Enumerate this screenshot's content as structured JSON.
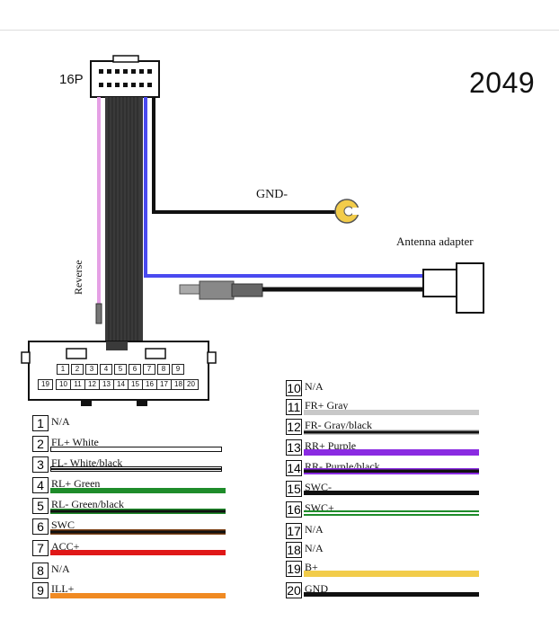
{
  "model": "2049",
  "connector_label": "16P",
  "gnd_label": "GND-",
  "antenna_label": "Antenna adapter",
  "reverse_label": "Reverse",
  "connector_top_row": [
    "1",
    "2",
    "3",
    "4",
    "5",
    "6",
    "7",
    "8",
    "9"
  ],
  "connector_bottom_row": [
    "19",
    "10",
    "11",
    "12",
    "13",
    "14",
    "15",
    "16",
    "17",
    "18",
    "20"
  ],
  "left_pins": [
    {
      "num": "1",
      "label": "N/A",
      "color": ""
    },
    {
      "num": "2",
      "label": "FL+ White",
      "color": "#ffffff"
    },
    {
      "num": "3",
      "label": "FL- White/black",
      "color": "#ffffff",
      "stripe": "#111111"
    },
    {
      "num": "4",
      "label": "RL+ Green",
      "color": "#1e8c2a"
    },
    {
      "num": "5",
      "label": "RL- Green/black",
      "color": "#1e8c2a",
      "stripe": "#111111"
    },
    {
      "num": "6",
      "label": "SWC",
      "color": "#7a3e12",
      "stripe": "#111111"
    },
    {
      "num": "7",
      "label": "ACC+",
      "color": "#e01818"
    },
    {
      "num": "8",
      "label": "N/A",
      "color": ""
    },
    {
      "num": "9",
      "label": "ILL+",
      "color": "#f08a22"
    }
  ],
  "right_pins": [
    {
      "num": "10",
      "label": "N/A",
      "color": ""
    },
    {
      "num": "11",
      "label": "FR+ Gray",
      "color": "#c8c8c8"
    },
    {
      "num": "12",
      "label": "FR- Gray/black",
      "color": "#c8c8c8",
      "stripe": "#111111"
    },
    {
      "num": "13",
      "label": "RR+ Purple",
      "color": "#8a2be2"
    },
    {
      "num": "14",
      "label": "RR- Purple/black",
      "color": "#8a2be2",
      "stripe": "#111111"
    },
    {
      "num": "15",
      "label": "SWC-",
      "color": "#111111"
    },
    {
      "num": "16",
      "label": "SWC+",
      "color": "#1e8c2a",
      "stripe": "#ffffff"
    },
    {
      "num": "17",
      "label": "N/A",
      "color": ""
    },
    {
      "num": "18",
      "label": "N/A",
      "color": ""
    },
    {
      "num": "19",
      "label": "B+",
      "color": "#f2cc4a"
    },
    {
      "num": "20",
      "label": "GND",
      "color": "#111111"
    }
  ],
  "colors": {
    "pink": "#e5a0e5",
    "blue": "#4a4af0",
    "black": "#111111",
    "harness": "#3a3a3a",
    "ground_ring": "#f2cc4a"
  }
}
